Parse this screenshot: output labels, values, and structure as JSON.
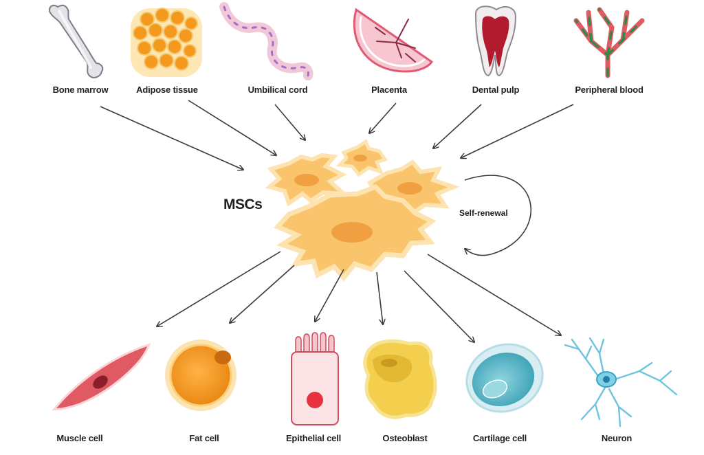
{
  "center": {
    "label": "MSCs",
    "cycle_label": "Self-renewal"
  },
  "sources": [
    {
      "id": "bone-marrow",
      "label": "Bone marrow"
    },
    {
      "id": "adipose-tissue",
      "label": "Adipose tissue"
    },
    {
      "id": "umbilical-cord",
      "label": "Umbilical cord"
    },
    {
      "id": "placenta",
      "label": "Placenta"
    },
    {
      "id": "dental-pulp",
      "label": "Dental pulp"
    },
    {
      "id": "peripheral-blood",
      "label": "Peripheral blood"
    }
  ],
  "products": [
    {
      "id": "muscle-cell",
      "label": "Muscle cell"
    },
    {
      "id": "fat-cell",
      "label": "Fat cell"
    },
    {
      "id": "epithelial-cell",
      "label": "Epithelial cell"
    },
    {
      "id": "osteoblast",
      "label": "Osteoblast"
    },
    {
      "id": "cartilage-cell",
      "label": "Cartilage cell"
    },
    {
      "id": "neuron",
      "label": "Neuron"
    }
  ],
  "colors": {
    "arrow": "#3a3a3a",
    "msc_fill": "#f9c46b",
    "msc_glow": "#fde3b0",
    "msc_nucleus": "#f0a040",
    "muscle": "#e05a63",
    "fat": "#f39a1e",
    "epithelial": "#f7c6cc",
    "osteoblast": "#f4cf4e",
    "cartilage": "#4fb3c6",
    "neuron": "#6cc4de"
  }
}
